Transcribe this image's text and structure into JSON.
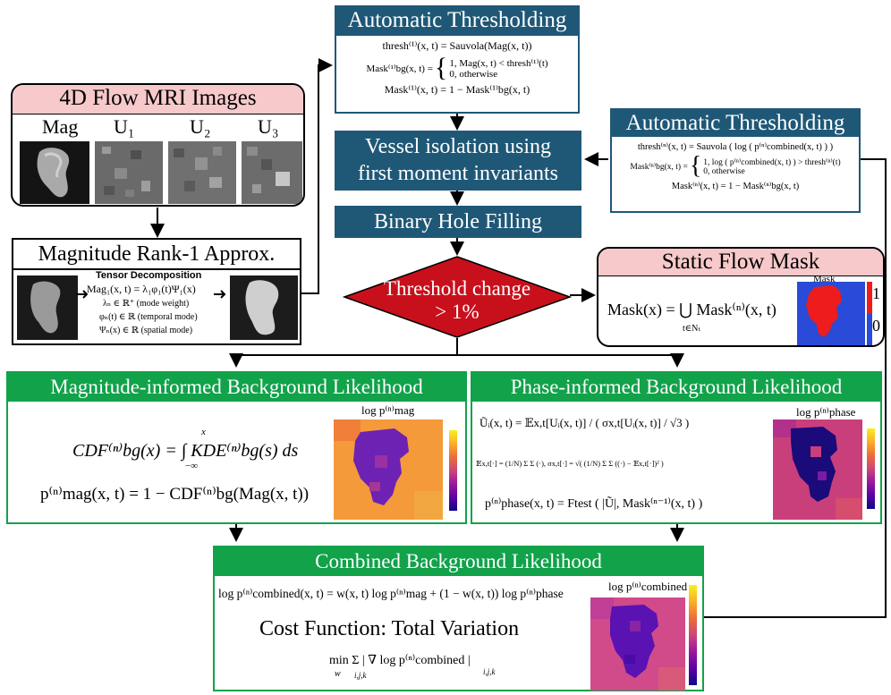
{
  "auto_thresh_top": {
    "title": "Automatic Thresholding",
    "eq1": "thresh⁽¹⁾(x, t) = Sauvola(Mag(x, t))",
    "eq2_lhs": "Mask⁽¹⁾bg(x, t) =",
    "eq2_case1": "1,   Mag(x, t) < thresh⁽¹⁾(t)",
    "eq2_case2": "0,   otherwise",
    "eq3": "Mask⁽¹⁾(x, t) = 1 − Mask⁽¹⁾bg(x, t)"
  },
  "auto_thresh_right": {
    "title": "Automatic Thresholding",
    "eq1": "thresh⁽ⁿ⁾(x, t) = Sauvola ( log ( p⁽ⁿ⁾combined(x, t) ) )",
    "eq2_lhs": "Mask⁽ⁿ⁾bg(x, t) =",
    "eq2_case1": "1,   log ( p⁽ⁿ⁾combined(x, t) ) > thresh⁽ⁿ⁾(t)",
    "eq2_case2": "0,   otherwise",
    "eq3": "Mask⁽ⁿ⁾(x, t) = 1 − Mask⁽ⁿ⁾bg(x, t)"
  },
  "mri_images": {
    "title": "4D Flow MRI Images",
    "labels": [
      "Mag",
      "U₁",
      "U₂",
      "U₃"
    ]
  },
  "rank1": {
    "title": "Magnitude Rank-1 Approx.",
    "subtitle": "Tensor Decomposition",
    "eq1": "Mag₁(x, t) = λ₁φ₁(t)Ψ₁(x)",
    "eq2": "λₙ ∈ ℝ⁺ (mode weight)",
    "eq3": "φₙ(t) ∈ ℝ (temporal mode)",
    "eq4": "Ψₙ(x) ∈ ℝ (spatial mode)"
  },
  "steps": {
    "vessel": "Vessel isolation using first moment invariants",
    "vessel_line1": "Vessel isolation using",
    "vessel_line2": "first moment invariants",
    "hole": "Binary Hole Filling",
    "decision_line1": "Threshold change",
    "decision_line2": "> 1%"
  },
  "static_mask": {
    "title": "Static Flow Mask",
    "eq": "Mask(x) = ⋃ Mask⁽ⁿ⁾(x, t)",
    "eq_sub": "t∈Nₜ",
    "img_title": "Mask",
    "scale_hi": "1",
    "scale_lo": "0"
  },
  "mag_likelihood": {
    "title": "Magnitude-informed Background Likelihood",
    "eq1": "CDF⁽ⁿ⁾bg(x) = ∫ KDE⁽ⁿ⁾bg(s) ds",
    "eq1_upper": "x",
    "eq1_lower": "−∞",
    "eq2": "p⁽ⁿ⁾mag(x, t) = 1 − CDF⁽ⁿ⁾bg(Mag(x, t))",
    "img_title": "log p⁽ⁿ⁾mag"
  },
  "phase_likelihood": {
    "title": "Phase-informed Background Likelihood",
    "eq1": "Ũᵢ(x, t) = 𝔼x,t[Uᵢ(x, t)] / ( σx,t[Uᵢ(x, t)] / √3 )",
    "eq2": "𝔼x,t[·] = (1/N) Σ Σ (·),  σx,t[·] = √( (1/N) Σ Σ ((·) − 𝔼x,t[·])² )",
    "eq3": "p⁽ⁿ⁾phase(x, t) = Ftest ( |Ũ|, Mask⁽ⁿ⁻¹⁾(x, t) )",
    "img_title": "log p⁽ⁿ⁾phase"
  },
  "combined": {
    "title": "Combined Background Likelihood",
    "eq1": "log p⁽ⁿ⁾combined(x, t) = w(x, t) log p⁽ⁿ⁾mag + (1 − w(x, t)) log p⁽ⁿ⁾phase",
    "cost_title": "Cost Function: Total Variation",
    "eq2": "min Σ | ∇ log p⁽ⁿ⁾combined |",
    "eq2_under_min": "w",
    "eq2_under_sum": "i,j,k",
    "eq2_sub": "i,j,k",
    "img_title": "log p⁽ⁿ⁾combined"
  },
  "colors": {
    "blue_header": "#1f5877",
    "green_header": "#11a24a",
    "pink_header": "#f7c9cb",
    "decision_red": "#c8101c"
  }
}
